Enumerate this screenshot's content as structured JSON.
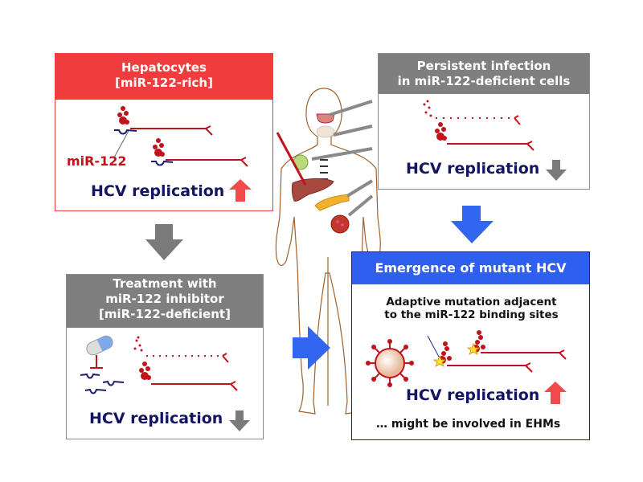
{
  "colors": {
    "red_header": "#f03c3c",
    "gray_header": "#7f7f7f",
    "blue_header": "#2f5fee",
    "rna_red": "#c0131b",
    "mir_blue": "#1d1d6b",
    "text_navy": "#131560",
    "arrow_gray": "#7a7a7a",
    "arrow_blue": "#3366f0",
    "arrow_red": "#f04a4a"
  },
  "hepatocytes": {
    "title_line1": "Hepatocytes",
    "title_line2": "[miR-122-rich]",
    "mir_label": "miR-122",
    "replication_label": "HCV replication",
    "trend": "up"
  },
  "persistent": {
    "title_line1": "Persistent infection",
    "title_line2": "in miR-122-deficient cells",
    "replication_label": "HCV replication",
    "trend": "down"
  },
  "treatment": {
    "title_line1": "Treatment with",
    "title_line2": "miR-122 inhibitor",
    "title_line3": "[miR-122-deficient]",
    "replication_label": "HCV replication",
    "trend": "down"
  },
  "mutant": {
    "title": "Emergence of mutant HCV",
    "desc_line1": "Adaptive mutation adjacent",
    "desc_line2": "to the miR-122 binding sites",
    "replication_label": "HCV replication",
    "trend": "up",
    "footnote": "… might be involved in EHMs"
  },
  "icons": [
    "human-body-icon",
    "liver-icon",
    "pancreas-icon",
    "kidney-icon",
    "lung-icon",
    "thyroid-icon",
    "spine-icon",
    "pill-icon",
    "virus-particle-icon",
    "mutation-star-icon"
  ]
}
